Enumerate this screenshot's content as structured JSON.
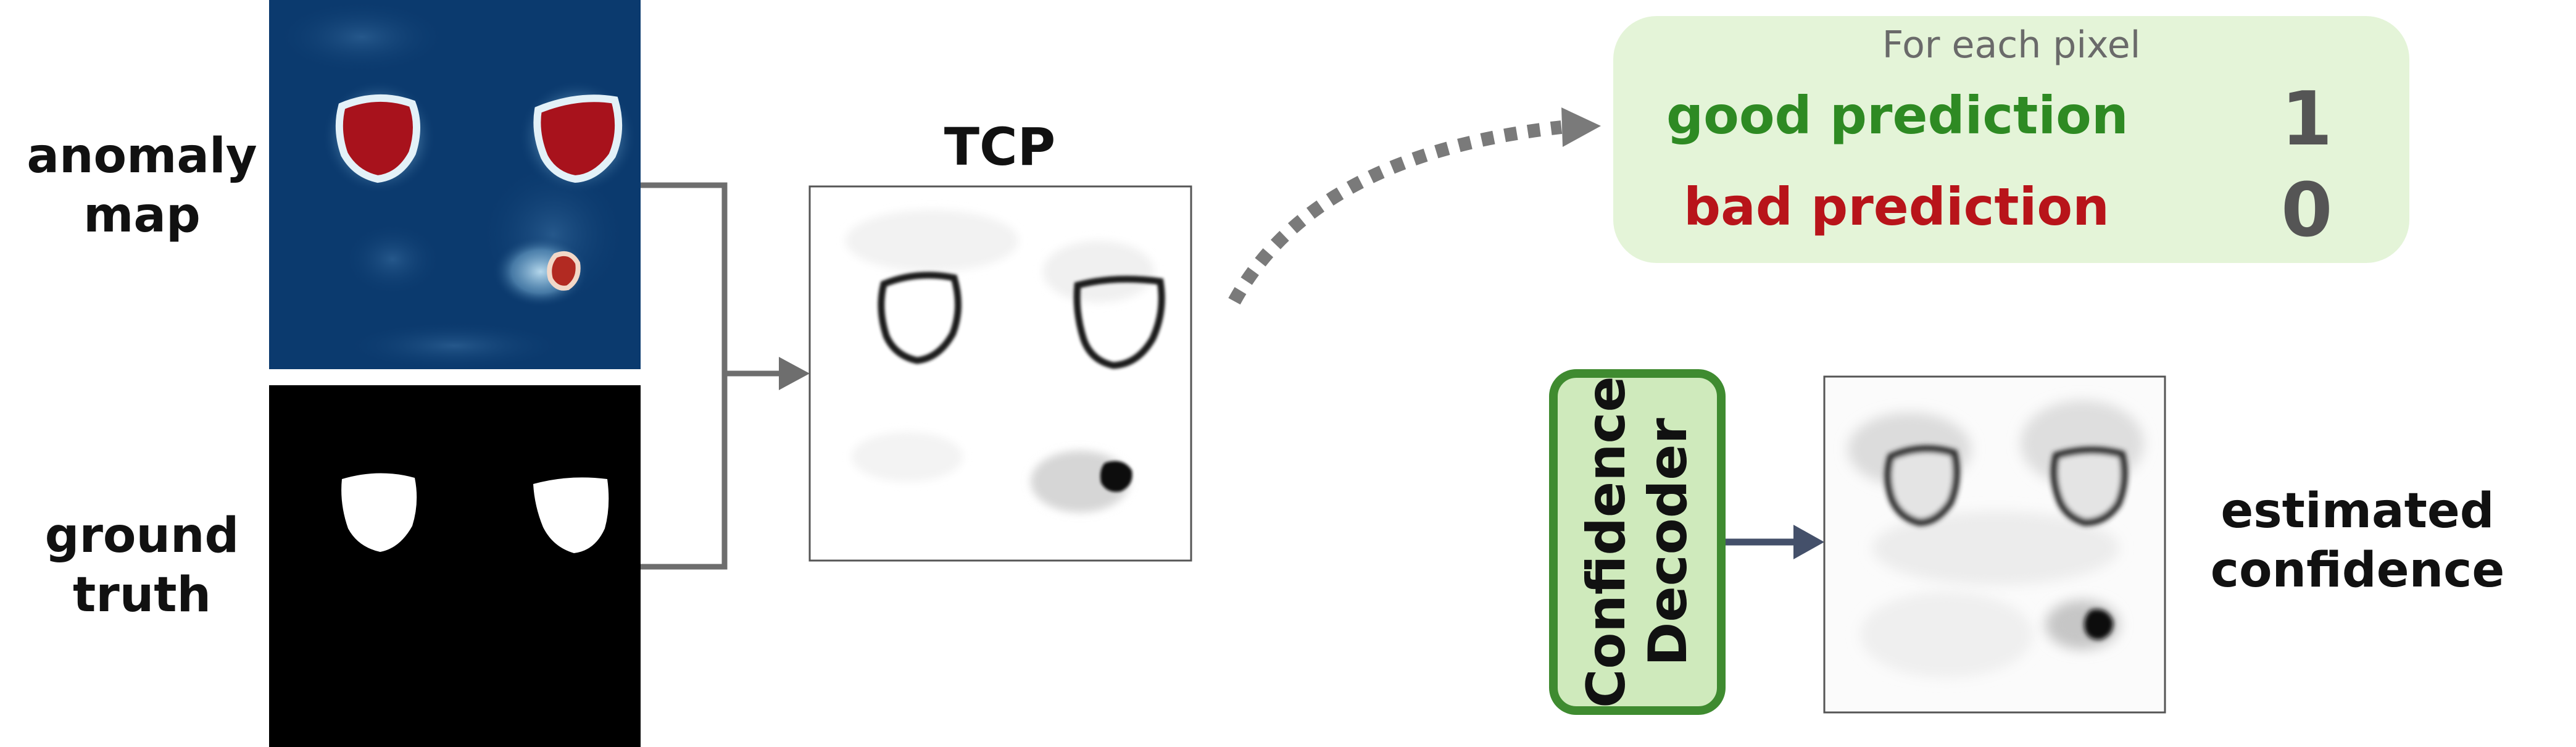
{
  "labels": {
    "anomaly_map_line1": "anomaly",
    "anomaly_map_line2": "map",
    "ground_truth_line1": "ground",
    "ground_truth_line2": "truth",
    "tcp_title": "TCP",
    "estimated_line1": "estimated",
    "estimated_line2": "confidence"
  },
  "legend_box": {
    "header": "For each pixel",
    "good_label": "good prediction",
    "good_value": "1",
    "bad_label": "bad prediction",
    "bad_value": "0"
  },
  "decoder": {
    "line1": "Confidence",
    "line2": "Decoder"
  },
  "colors": {
    "good": "#2e8a23",
    "bad": "#b8141a",
    "value": "#555555",
    "arrow_gray": "#6e6e6e",
    "arrow_dark_blue": "#44506a",
    "heatmap_background": "#0b3a6e",
    "anomaly_red": "#a8121c",
    "box_background": "#e4f4d8",
    "decoder_border": "#3f8b30",
    "decoder_fill": "#cfeabc"
  }
}
